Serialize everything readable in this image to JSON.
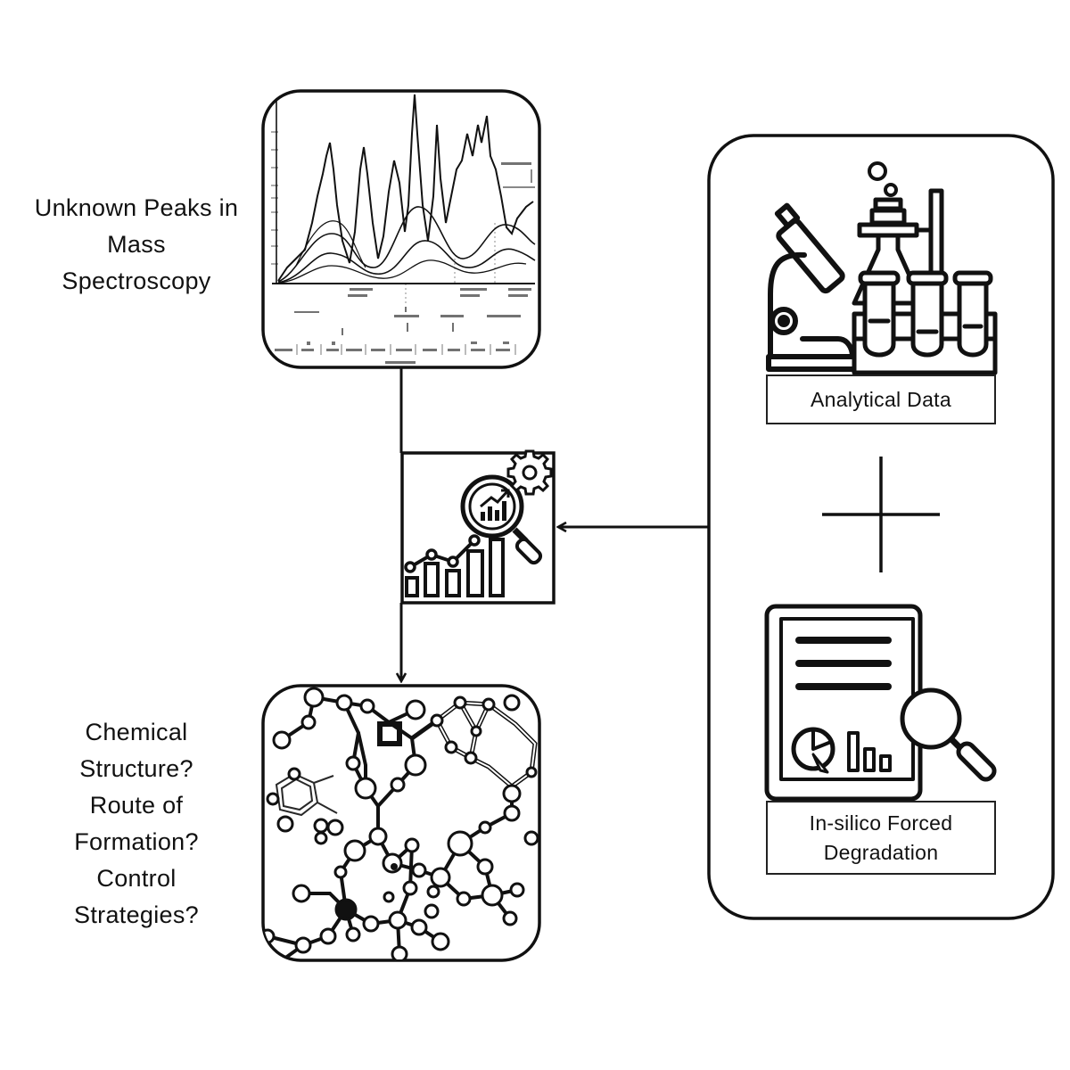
{
  "diagram": {
    "spectrum_caption": [
      "Unknown Peaks in",
      "Mass",
      "Spectroscopy"
    ],
    "structure_caption": [
      "Chemical",
      "Structure?",
      "Route of",
      "Formation?",
      "Control",
      "Strategies?"
    ],
    "right_panel": {
      "analytical_label": "Analytical Data",
      "plus_symbol": "+",
      "degradation_label": [
        "In-silico Forced",
        "Degradation"
      ]
    },
    "icons": {
      "spectrum": "mass-spectrum-chart",
      "analysis": "data-analysis-magnifier-icon",
      "molecule": "molecular-structure",
      "lab": "laboratory-equipment-icon",
      "report": "report-document-icon"
    },
    "colors": {
      "stroke": "#111111",
      "background": "#ffffff"
    }
  }
}
